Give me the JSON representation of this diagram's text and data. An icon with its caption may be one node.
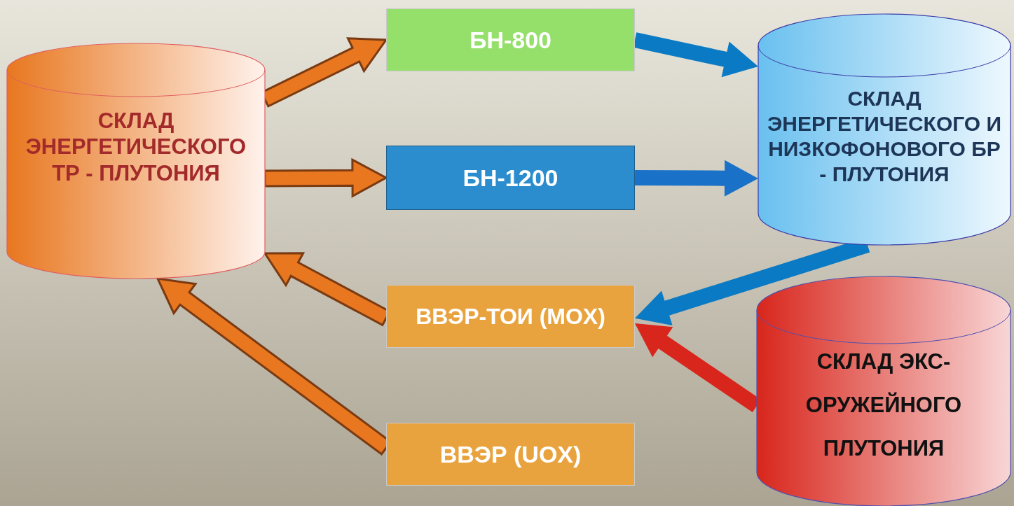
{
  "diagram": {
    "nodes": [
      {
        "text": [
          "СКЛАД ЭНЕРГЕТИЧЕСКОГО ТР - ПЛУТОНИЯ"
        ]
      },
      {
        "text": [
          "БН-800"
        ]
      },
      {
        "text": [
          "БН-1200"
        ]
      },
      {
        "text": [
          "СКЛАД ЭНЕРГЕТИЧЕСКОГО И НИЗКОФОНОВОГО БР - ПЛУТОНИЯ"
        ]
      },
      {
        "text": [
          "ВВЭР-ТОИ (MOX)"
        ]
      },
      {
        "text": [
          "СКЛАД ЭКС-ОРУЖЕЙНОГО ПЛУТОНИЯ"
        ]
      },
      {
        "text": [
          "ВВЭР (UOX)"
        ]
      }
    ],
    "edges": [
      {
        "from": 0,
        "to": 1,
        "arrow": "to"
      },
      {
        "from": 0,
        "to": 2,
        "arrow": "to"
      },
      {
        "from": 1,
        "to": 3,
        "arrow": "to",
        "color": "#0a7ac4"
      },
      {
        "from": 2,
        "to": 3,
        "arrow": "to",
        "color": "#1a72c8"
      },
      {
        "from": 3,
        "to": 4,
        "arrow": "to",
        "color": "#0a7ac4"
      },
      {
        "from": 5,
        "to": 4,
        "arrow": "to",
        "color": "#d9261c"
      },
      {
        "from": 4,
        "to": 0,
        "arrow": "to"
      },
      {
        "from": 6,
        "to": 0,
        "arrow": "to"
      }
    ]
  }
}
